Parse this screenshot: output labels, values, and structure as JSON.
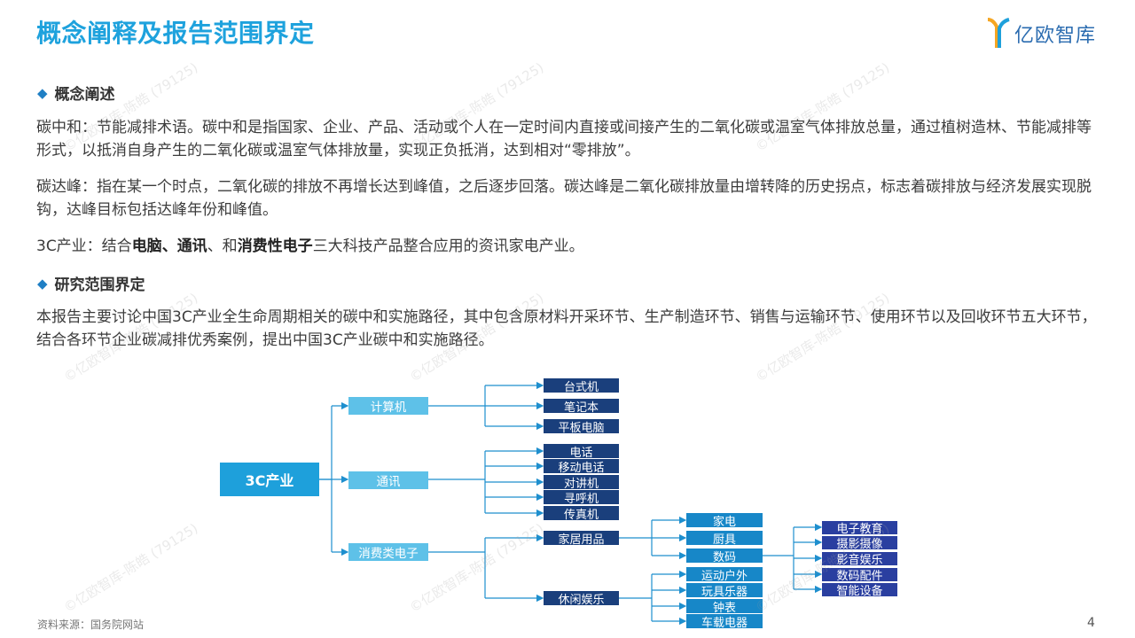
{
  "page_title": "概念阐释及报告范围界定",
  "logo": {
    "text": "亿欧智库",
    "icon": "yiou-logo-icon"
  },
  "section1": {
    "heading": "概念阐述"
  },
  "paragraphs": {
    "carbon_neutral": "碳中和：节能减排术语。碳中和是指国家、企业、产品、活动或个人在一定时间内直接或间接产生的二氧化碳或温室气体排放总量，通过植树造林、节能减排等形式，以抵消自身产生的二氧化碳或温室气体排放量，实现正负抵消，达到相对“零排放”。",
    "carbon_peak": "碳达峰：指在某一个时点，二氧化碳的排放不再增长达到峰值，之后逐步回落。碳达峰是二氧化碳排放量由增转降的历史拐点，标志着碳排放与经济发展实现脱钩，达峰目标包括达峰年份和峰值。",
    "industry": {
      "p1": "3C产业：结合",
      "b1": "电脑",
      "p2": "、",
      "b2": "通讯",
      "p3": "、和",
      "b3": "消费性电子",
      "p4": "三大科技产品整合应用的资讯家电产业。"
    }
  },
  "section2": {
    "heading": "研究范围界定"
  },
  "scope_text": "本报告主要讨论中国3C产业全生命周期相关的碳中和实施路径，其中包含原材料开采环节、生产制造环节、销售与运输环节、使用环节以及回收环节五大环节，结合各环节企业碳减排优秀案例，提出中国3C产业碳中和实施路径。",
  "diagram": {
    "root": "3C产业",
    "computer": {
      "label": "计算机",
      "children": [
        "台式机",
        "笔记本",
        "平板电脑"
      ]
    },
    "telecom": {
      "label": "通讯",
      "children": [
        "电话",
        "移动电话",
        "对讲机",
        "寻呼机",
        "传真机"
      ]
    },
    "consumer": {
      "label": "消费类电子",
      "home": {
        "label": "家居用品",
        "children": [
          "家电",
          "厨具",
          "数码"
        ]
      },
      "digital_children": [
        "电子教育",
        "摄影摄像",
        "影音娱乐",
        "数码配件",
        "智能设备"
      ],
      "leisure": {
        "label": "休闲娱乐",
        "children": [
          "运动户外",
          "玩具乐器",
          "钟表",
          "车载电器"
        ]
      }
    },
    "colors": {
      "root": "#1ea0db",
      "level1": "#5ec1e8",
      "leaf": "#1a3f7c",
      "mid": "#1787c8",
      "digital": "#2a3fa0",
      "line": "#1e8fce"
    }
  },
  "watermark": "©亿欧智库-陈皓 (79125)",
  "source": "资料来源：国务院网站",
  "page_number": "4"
}
